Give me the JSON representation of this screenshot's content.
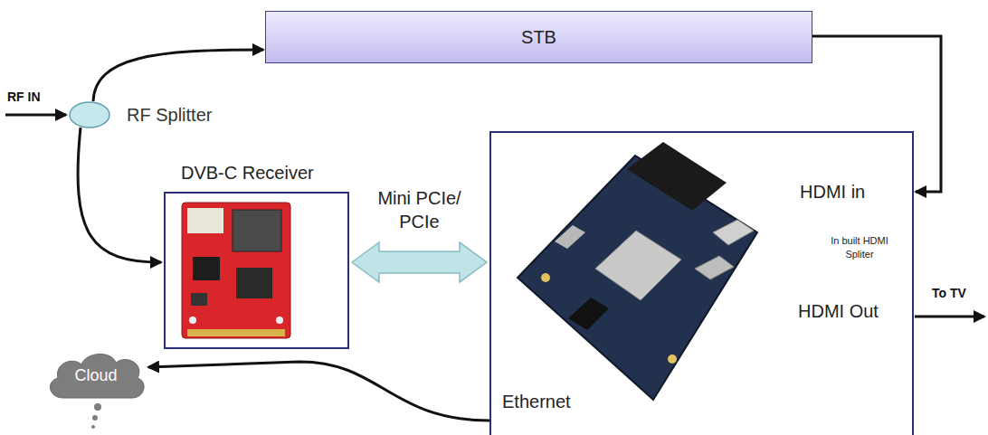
{
  "diagram": {
    "nodes": [
      {
        "text": [
          "RF Splitter"
        ]
      },
      {
        "text": [
          "STB"
        ]
      },
      {
        "text": [
          "DVB-C Receiver"
        ]
      },
      {
        "text": [
          "HDMI in",
          "In built HDMI Spliter",
          "HDMI Out",
          "Ethernet"
        ]
      },
      {
        "text": [
          "Cloud"
        ]
      }
    ],
    "edges": [
      {
        "from": 0,
        "to": 1,
        "arrow": "to"
      },
      {
        "from": 0,
        "to": 2,
        "arrow": "to"
      },
      {
        "from": 2,
        "to": 3,
        "label": "Mini PCIe/ PCIe",
        "arrow": "both"
      },
      {
        "from": 1,
        "to": 3,
        "arrow": "to"
      },
      {
        "from": 3,
        "to": 4,
        "arrow": "to"
      }
    ],
    "labels": [
      "RF IN",
      "To TV"
    ]
  }
}
